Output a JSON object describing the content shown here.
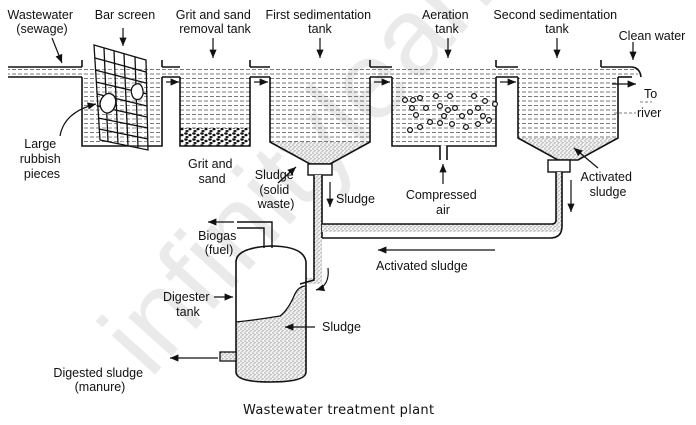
{
  "title": "Wastewater treatment plant",
  "watermark": "infinitylearn.com",
  "labels": {
    "wastewater": [
      "Wastewater",
      "(sewage)"
    ],
    "bar_screen": "Bar screen",
    "grit_tank": [
      "Grit and sand",
      "removal tank"
    ],
    "first_sed": [
      "First sedimentation",
      "tank"
    ],
    "aeration": [
      "Aeration",
      "tank"
    ],
    "second_sed": [
      "Second sedimentation",
      "tank"
    ],
    "clean_water": "Clean water",
    "to_river": [
      "To",
      "river"
    ],
    "large_rubbish": [
      "Large",
      "rubbish",
      "pieces"
    ],
    "grit_sand": [
      "Grit and",
      "sand"
    ],
    "sludge_solid": [
      "Sludge",
      "(solid",
      "waste)"
    ],
    "sludge_pipe": "Sludge",
    "compressed_air": [
      "Compressed",
      "air"
    ],
    "activated_sludge_tank": [
      "Activated",
      "sludge"
    ],
    "activated_sludge_pipe": "Activated sludge",
    "biogas": [
      "Biogas",
      "(fuel)"
    ],
    "digester": [
      "Digester",
      "tank"
    ],
    "sludge_digester": "Sludge",
    "digested_sludge": [
      "Digested sludge",
      "(manure)"
    ]
  },
  "colors": {
    "ink": "#111111",
    "water_dash": "#555555",
    "sludge": "#bdbdbd"
  }
}
